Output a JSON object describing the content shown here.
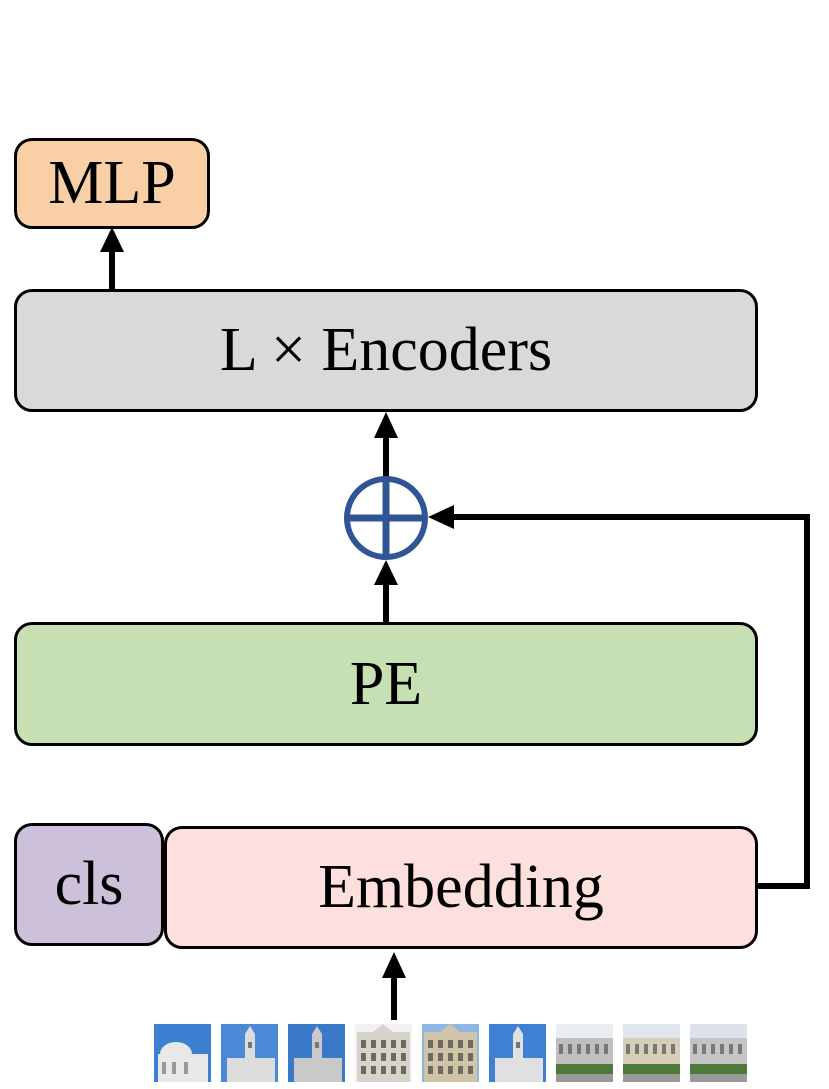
{
  "blocks": {
    "mlp": "MLP",
    "encoders": "L × Encoders",
    "pe": "PE",
    "cls": "cls",
    "embedding": "Embedding"
  },
  "colors": {
    "mlp": "#f9d0a6",
    "encoders": "#d9d9d9",
    "pe": "#c6e0b4",
    "cls": "#ccc0da",
    "embedding": "#fde0dd",
    "adder_stroke": "#2f5597"
  },
  "input_images": [
    {
      "icon": "building-photo-icon"
    },
    {
      "icon": "building-photo-icon"
    },
    {
      "icon": "building-photo-icon"
    },
    {
      "icon": "building-photo-icon"
    },
    {
      "icon": "building-photo-icon"
    },
    {
      "icon": "building-photo-icon"
    },
    {
      "icon": "building-photo-icon"
    },
    {
      "icon": "building-photo-icon"
    },
    {
      "icon": "building-photo-icon"
    }
  ]
}
